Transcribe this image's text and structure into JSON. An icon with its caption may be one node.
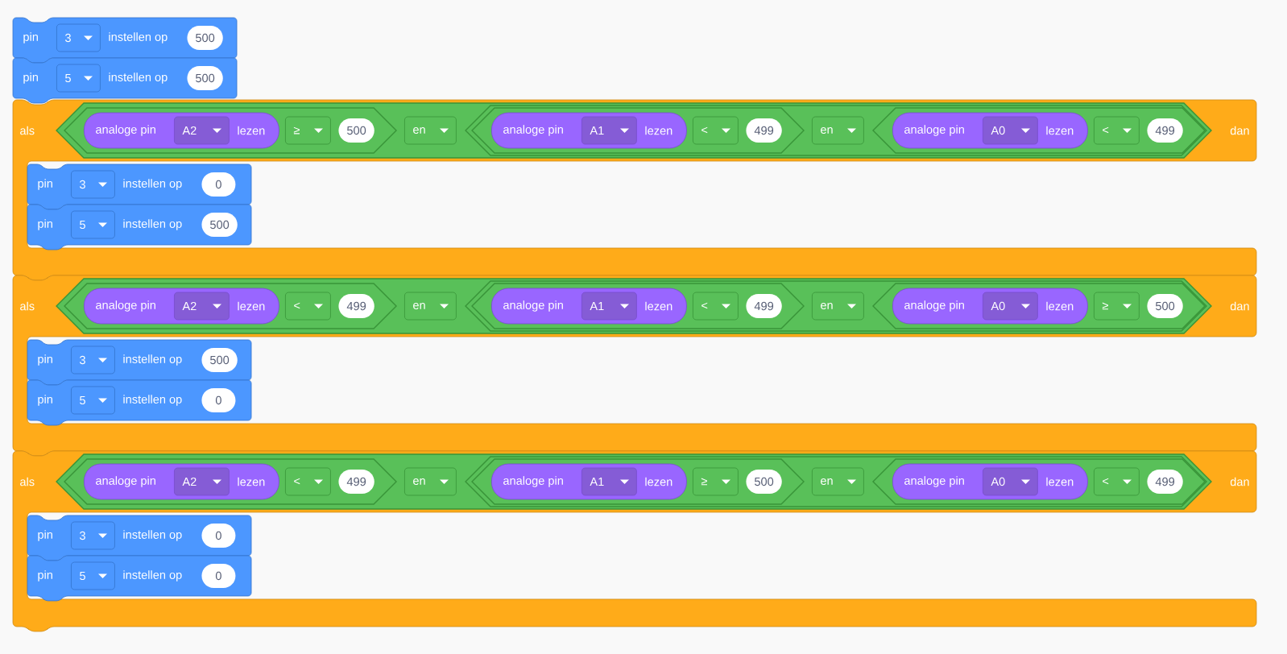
{
  "diagram": {
    "nodes": [
      {
        "text": [
          "pin",
          "instellen op"
        ]
      },
      {
        "text": [
          "3"
        ],
        "in": 0
      },
      {
        "text": [
          "500"
        ],
        "in": 0
      },
      {
        "text": [
          "pin",
          "instellen op"
        ]
      },
      {
        "text": [
          "5"
        ],
        "in": 3
      },
      {
        "text": [
          "500"
        ],
        "in": 3
      },
      {
        "text": [
          "als",
          "dan"
        ]
      },
      {
        "text": [],
        "shape": "hexagon",
        "in": 6
      },
      {
        "text": [],
        "shape": "hexagon",
        "in": 7
      },
      {
        "text": [
          "analoge pin",
          "lezen"
        ],
        "in": 8
      },
      {
        "text": [
          "A2"
        ],
        "in": 9
      },
      {
        "text": [
          "≥"
        ],
        "in": 8
      },
      {
        "text": [
          "500"
        ],
        "in": 8
      },
      {
        "text": [
          "en"
        ],
        "in": 7
      },
      {
        "text": [],
        "shape": "hexagon",
        "in": 7
      },
      {
        "text": [],
        "shape": "hexagon",
        "in": 14
      },
      {
        "text": [
          "analoge pin",
          "lezen"
        ],
        "in": 15
      },
      {
        "text": [
          "A1"
        ],
        "in": 16
      },
      {
        "text": [
          "<"
        ],
        "in": 15
      },
      {
        "text": [
          "499"
        ],
        "in": 15
      },
      {
        "text": [
          "en"
        ],
        "in": 14
      },
      {
        "text": [],
        "shape": "hexagon",
        "in": 14
      },
      {
        "text": [
          "analoge pin",
          "lezen"
        ],
        "in": 21
      },
      {
        "text": [
          "A0"
        ],
        "in": 22
      },
      {
        "text": [
          "<"
        ],
        "in": 21
      },
      {
        "text": [
          "499"
        ],
        "in": 21
      },
      {
        "text": [
          "pin",
          "instellen op"
        ],
        "in": 6
      },
      {
        "text": [
          "3"
        ],
        "in": 26
      },
      {
        "text": [
          "0"
        ],
        "in": 26
      },
      {
        "text": [
          "pin",
          "instellen op"
        ],
        "in": 6
      },
      {
        "text": [
          "5"
        ],
        "in": 29
      },
      {
        "text": [
          "500"
        ],
        "in": 29
      },
      {
        "text": [
          "als",
          "dan"
        ]
      },
      {
        "text": [],
        "shape": "hexagon",
        "in": 32
      },
      {
        "text": [],
        "shape": "hexagon",
        "in": 33
      },
      {
        "text": [
          "analoge pin",
          "lezen"
        ],
        "in": 34
      },
      {
        "text": [
          "A2"
        ],
        "in": 35
      },
      {
        "text": [
          "<"
        ],
        "in": 34
      },
      {
        "text": [
          "499"
        ],
        "in": 34
      },
      {
        "text": [
          "en"
        ],
        "in": 33
      },
      {
        "text": [],
        "shape": "hexagon",
        "in": 33
      },
      {
        "text": [],
        "shape": "hexagon",
        "in": 40
      },
      {
        "text": [
          "analoge pin",
          "lezen"
        ],
        "in": 41
      },
      {
        "text": [
          "A1"
        ],
        "in": 42
      },
      {
        "text": [
          "<"
        ],
        "in": 41
      },
      {
        "text": [
          "499"
        ],
        "in": 41
      },
      {
        "text": [
          "en"
        ],
        "in": 40
      },
      {
        "text": [],
        "shape": "hexagon",
        "in": 40
      },
      {
        "text": [
          "analoge pin",
          "lezen"
        ],
        "in": 47
      },
      {
        "text": [
          "A0"
        ],
        "in": 48
      },
      {
        "text": [
          "≥"
        ],
        "in": 47
      },
      {
        "text": [
          "500"
        ],
        "in": 47
      },
      {
        "text": [
          "pin",
          "instellen op"
        ],
        "in": 32
      },
      {
        "text": [
          "3"
        ],
        "in": 52
      },
      {
        "text": [
          "500"
        ],
        "in": 52
      },
      {
        "text": [
          "pin",
          "instellen op"
        ],
        "in": 32
      },
      {
        "text": [
          "5"
        ],
        "in": 55
      },
      {
        "text": [
          "0"
        ],
        "in": 55
      },
      {
        "text": [
          "als",
          "dan"
        ]
      },
      {
        "text": [],
        "shape": "hexagon",
        "in": 58
      },
      {
        "text": [],
        "shape": "hexagon",
        "in": 59
      },
      {
        "text": [
          "analoge pin",
          "lezen"
        ],
        "in": 60
      },
      {
        "text": [
          "A2"
        ],
        "in": 61
      },
      {
        "text": [
          "<"
        ],
        "in": 60
      },
      {
        "text": [
          "499"
        ],
        "in": 60
      },
      {
        "text": [
          "en"
        ],
        "in": 59
      },
      {
        "text": [],
        "shape": "hexagon",
        "in": 59
      },
      {
        "text": [],
        "shape": "hexagon",
        "in": 66
      },
      {
        "text": [
          "analoge pin",
          "lezen"
        ],
        "in": 67
      },
      {
        "text": [
          "A1"
        ],
        "in": 68
      },
      {
        "text": [
          "≥"
        ],
        "in": 67
      },
      {
        "text": [
          "500"
        ],
        "in": 67
      },
      {
        "text": [
          "en"
        ],
        "in": 66
      },
      {
        "text": [],
        "shape": "hexagon",
        "in": 66
      },
      {
        "text": [
          "analoge pin",
          "lezen"
        ],
        "in": 73
      },
      {
        "text": [
          "A0"
        ],
        "in": 74
      },
      {
        "text": [
          "<"
        ],
        "in": 73
      },
      {
        "text": [
          "499"
        ],
        "in": 73
      },
      {
        "text": [
          "pin",
          "instellen op"
        ],
        "in": 58
      },
      {
        "text": [
          "3"
        ],
        "in": 78
      },
      {
        "text": [
          "0"
        ],
        "in": 78
      },
      {
        "text": [
          "pin",
          "instellen op"
        ],
        "in": 58
      },
      {
        "text": [
          "5"
        ],
        "in": 81
      },
      {
        "text": [
          "0"
        ],
        "in": 81
      }
    ]
  }
}
